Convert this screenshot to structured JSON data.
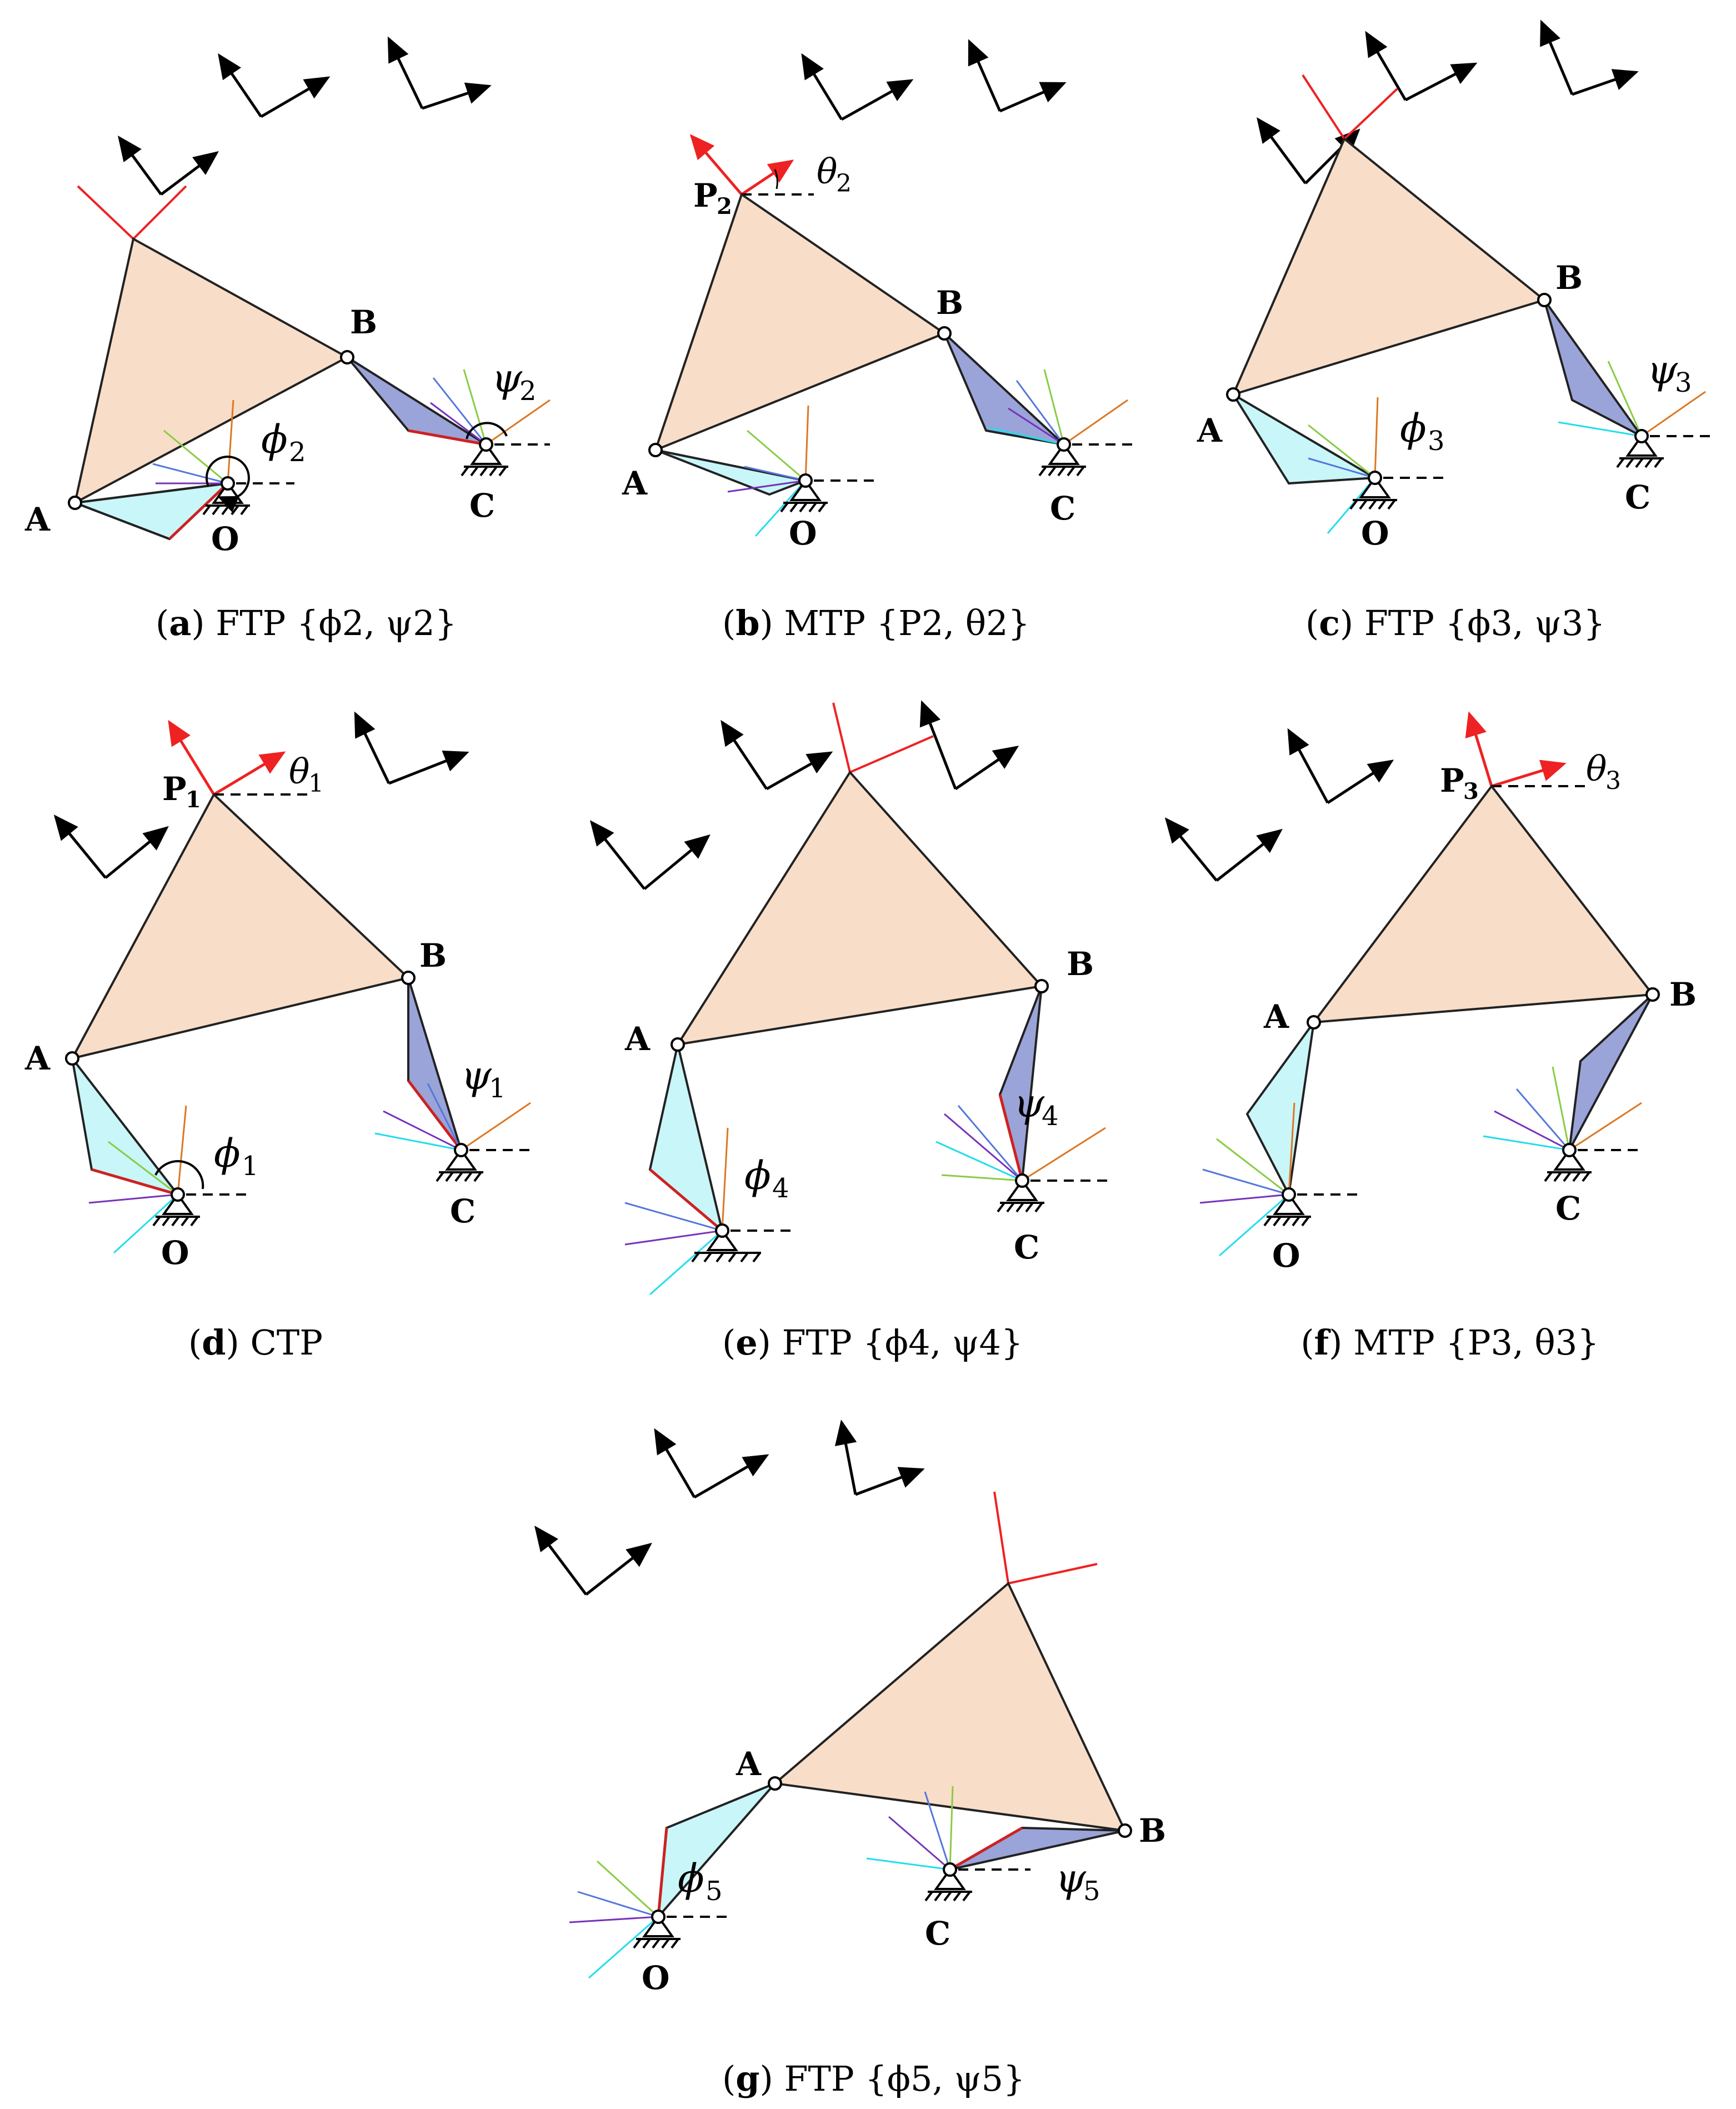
{
  "panels": [
    {
      "id": "a",
      "letter": "a",
      "caption": "FTP {ϕ2, ψ2}"
    },
    {
      "id": "b",
      "letter": "b",
      "caption": "MTP {P2, θ2}"
    },
    {
      "id": "c",
      "letter": "c",
      "caption": "FTP {ϕ3, ψ3}"
    },
    {
      "id": "d",
      "letter": "d",
      "caption": "CTP"
    },
    {
      "id": "e",
      "letter": "e",
      "caption": "FTP {ϕ4, ψ4}"
    },
    {
      "id": "f",
      "letter": "f",
      "caption": "MTP {P3, θ3}"
    },
    {
      "id": "g",
      "letter": "g",
      "caption": "FTP {ϕ5, ψ5}"
    }
  ],
  "point_labels": {
    "A": "A",
    "B": "B",
    "C": "C",
    "O": "O",
    "P1": "P",
    "P2": "P",
    "P3": "P"
  },
  "angle_symbols": {
    "phi": "ϕ",
    "psi": "ψ",
    "theta": "θ"
  },
  "colors": {
    "coupler_fill": "#f8ddc8",
    "input_link_fill": "#c9f6f8",
    "output_link_fill": "#9aa4d8",
    "frame_red": "#ee2222",
    "frame_black": "#000000",
    "ray_cyan": "#22ddee",
    "ray_purple": "#7733bb",
    "ray_blue": "#5577dd",
    "ray_green": "#88cc44",
    "ray_orange": "#dd7722"
  }
}
